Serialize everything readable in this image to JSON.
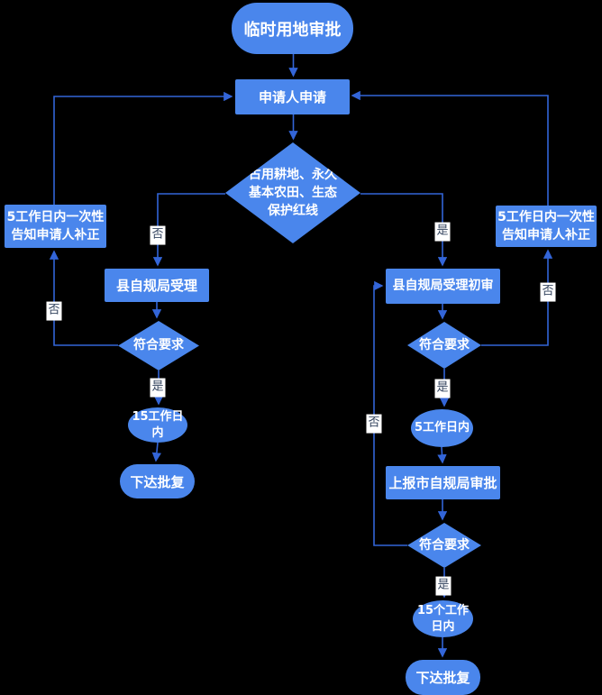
{
  "diagram": {
    "title": "临时用地审批",
    "colors": {
      "background": "#000000",
      "shape_fill": "#4a86ec",
      "shape_text": "#ffffff",
      "connector": "#3365d8",
      "label_bg": "#ffffff",
      "label_text": "#33435e"
    },
    "nodes": [
      {
        "id": "start",
        "type": "terminator",
        "label": "临时用地审批"
      },
      {
        "id": "apply",
        "type": "process",
        "label": "申请人申请"
      },
      {
        "id": "decision-main",
        "type": "decision",
        "label": "占用耕地、永久\n基本农田、生态\n保护红线"
      },
      {
        "id": "notify-left",
        "type": "process",
        "label": "5工作日内一次性\n告知申请人补正"
      },
      {
        "id": "county-accept",
        "type": "process",
        "label": "县自规局受理"
      },
      {
        "id": "check-left",
        "type": "decision",
        "label": "符合要求"
      },
      {
        "id": "days15-left",
        "type": "ellipse",
        "label": "15工作日\n内"
      },
      {
        "id": "issue-left",
        "type": "terminator",
        "label": "下达批复"
      },
      {
        "id": "county-preliminary",
        "type": "process",
        "label": "县自规局受理初审"
      },
      {
        "id": "notify-right",
        "type": "process",
        "label": "5工作日内一次性\n告知申请人补正"
      },
      {
        "id": "check-right-1",
        "type": "decision",
        "label": "符合要求"
      },
      {
        "id": "days5-right",
        "type": "ellipse",
        "label": "5工作日内"
      },
      {
        "id": "city-approval",
        "type": "process",
        "label": "上报市自规局审批"
      },
      {
        "id": "check-right-2",
        "type": "decision",
        "label": "符合要求"
      },
      {
        "id": "days15-right",
        "type": "ellipse",
        "label": "15个工作\n日内"
      },
      {
        "id": "issue-right",
        "type": "terminator",
        "label": "下达批复"
      }
    ],
    "edges": [
      {
        "from": "start",
        "to": "apply"
      },
      {
        "from": "apply",
        "to": "decision-main"
      },
      {
        "from": "decision-main",
        "to": "county-accept",
        "label": "否"
      },
      {
        "from": "decision-main",
        "to": "county-preliminary",
        "label": "是"
      },
      {
        "from": "county-accept",
        "to": "check-left"
      },
      {
        "from": "check-left",
        "to": "days15-left",
        "label": "是"
      },
      {
        "from": "days15-left",
        "to": "issue-left"
      },
      {
        "from": "check-left",
        "to": "notify-left",
        "label": "否"
      },
      {
        "from": "notify-left",
        "to": "apply"
      },
      {
        "from": "county-preliminary",
        "to": "check-right-1"
      },
      {
        "from": "check-right-1",
        "to": "days5-right",
        "label": "是"
      },
      {
        "from": "days5-right",
        "to": "city-approval"
      },
      {
        "from": "city-approval",
        "to": "check-right-2"
      },
      {
        "from": "check-right-2",
        "to": "days15-right",
        "label": "是"
      },
      {
        "from": "days15-right",
        "to": "issue-right"
      },
      {
        "from": "check-right-1",
        "to": "notify-right",
        "label": "否"
      },
      {
        "from": "notify-right",
        "to": "apply"
      },
      {
        "from": "check-right-2",
        "to": "county-preliminary",
        "label": "否"
      }
    ]
  }
}
